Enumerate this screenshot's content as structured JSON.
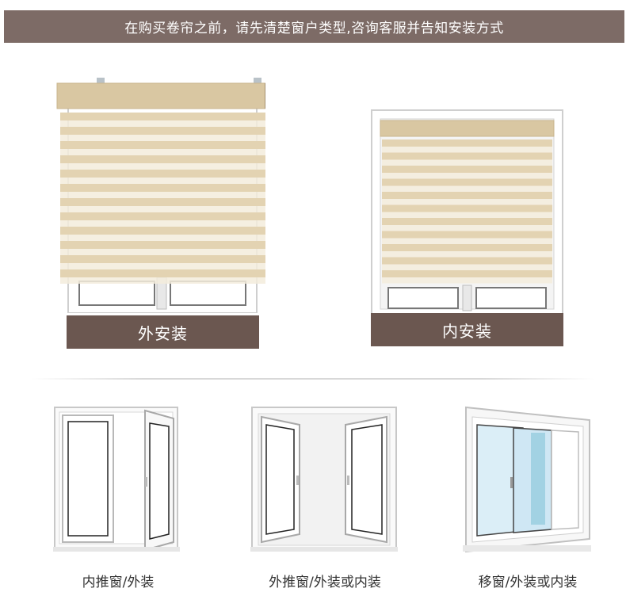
{
  "header": {
    "notice": "在购买卷帘之前，请先清楚窗户类型,咨询客服并告知安装方式"
  },
  "install_methods": [
    {
      "label": "外安装",
      "icon": "outside-mount-blind-image"
    },
    {
      "label": "内安装",
      "icon": "inside-mount-blind-image"
    }
  ],
  "window_types": [
    {
      "label": "内推窗/外装",
      "icon": "inward-casement-window-image"
    },
    {
      "label": "外推窗/外装或内装",
      "icon": "outward-casement-window-image"
    },
    {
      "label": "移窗/外装或内装",
      "icon": "sliding-window-image"
    }
  ],
  "colors": {
    "banner": "#7d6b66",
    "label_bar": "#6b5750",
    "blind": "#e3d3b2"
  }
}
